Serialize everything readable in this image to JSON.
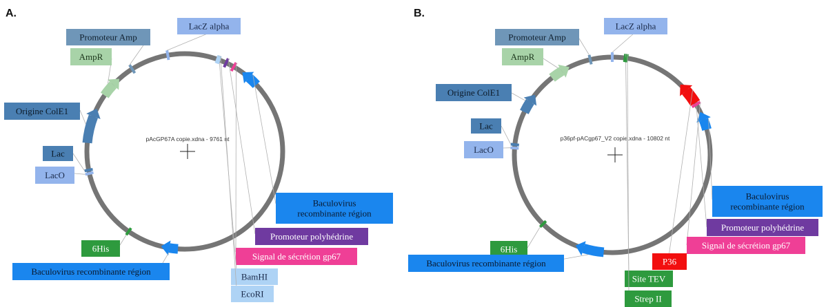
{
  "panels": [
    {
      "letter": "A.",
      "title": "pAcGP67A copie.xdna - 9761 nt",
      "features": [
        {
          "label": "LacZ alpha",
          "color": "#93b4ec",
          "text_color": "#1a2a4a"
        },
        {
          "label": "Promoteur Amp",
          "color": "#6f96b8",
          "text_color": "#10202e"
        },
        {
          "label": "AmpR",
          "color": "#a8d3a8",
          "text_color": "#1c361c"
        },
        {
          "label": "Origine ColE1",
          "color": "#4a7fb2",
          "text_color": "#0c1a28"
        },
        {
          "label": "Lac",
          "color": "#4a7fb2",
          "text_color": "#0c1a28"
        },
        {
          "label": "LacO",
          "color": "#93b4ec",
          "text_color": "#1a2a4a"
        },
        {
          "label": "Baculovirus recombinante région",
          "lines": [
            "Baculovirus",
            "recombinante région"
          ],
          "color": "#1a86ee",
          "text_color": "#0a1a30"
        },
        {
          "label": "Promoteur polyhédrine",
          "color": "#6f3aa0",
          "text_color": "#ffffff"
        },
        {
          "label": "Signal de sécrétion gp67",
          "color": "#ef3f96",
          "text_color": "#ffffff"
        },
        {
          "label": "BamHI",
          "color": "#aed3f5",
          "text_color": "#1a2a4a"
        },
        {
          "label": "EcoRI",
          "color": "#aed3f5",
          "text_color": "#1a2a4a"
        },
        {
          "label": "6His",
          "color": "#2e9a3e",
          "text_color": "#ffffff"
        },
        {
          "label": "Baculovirus recombinante région",
          "color": "#1a86ee",
          "text_color": "#0a1a30"
        }
      ]
    },
    {
      "letter": "B.",
      "title": "p36pf-pACgp67_V2 copie.xdna - 10802 nt",
      "features": [
        {
          "label": "LacZ alpha",
          "color": "#93b4ec",
          "text_color": "#1a2a4a"
        },
        {
          "label": "Promoteur Amp",
          "color": "#6f96b8",
          "text_color": "#10202e"
        },
        {
          "label": "AmpR",
          "color": "#a8d3a8",
          "text_color": "#1c361c"
        },
        {
          "label": "Origine ColE1",
          "color": "#4a7fb2",
          "text_color": "#0c1a28"
        },
        {
          "label": "Lac",
          "color": "#4a7fb2",
          "text_color": "#0c1a28"
        },
        {
          "label": "LacO",
          "color": "#93b4ec",
          "text_color": "#1a2a4a"
        },
        {
          "label": "Baculovirus recombinante région",
          "lines": [
            "Baculovirus",
            "recombinante région"
          ],
          "color": "#1a86ee",
          "text_color": "#0a1a30"
        },
        {
          "label": "Promoteur polyhédrine",
          "color": "#6f3aa0",
          "text_color": "#ffffff"
        },
        {
          "label": "Signal de sécrétion gp67",
          "color": "#ef3f96",
          "text_color": "#ffffff"
        },
        {
          "label": "P36",
          "color": "#f20f0f",
          "text_color": "#ffffff"
        },
        {
          "label": "6His",
          "color": "#2e9a3e",
          "text_color": "#ffffff"
        },
        {
          "label": "Baculovirus recombinante région",
          "color": "#1a86ee",
          "text_color": "#0a1a30"
        },
        {
          "label": "Site TEV",
          "color": "#2e9a3e",
          "text_color": "#ffffff"
        },
        {
          "label": "Strep II",
          "color": "#2e9a3e",
          "text_color": "#ffffff"
        }
      ]
    }
  ]
}
